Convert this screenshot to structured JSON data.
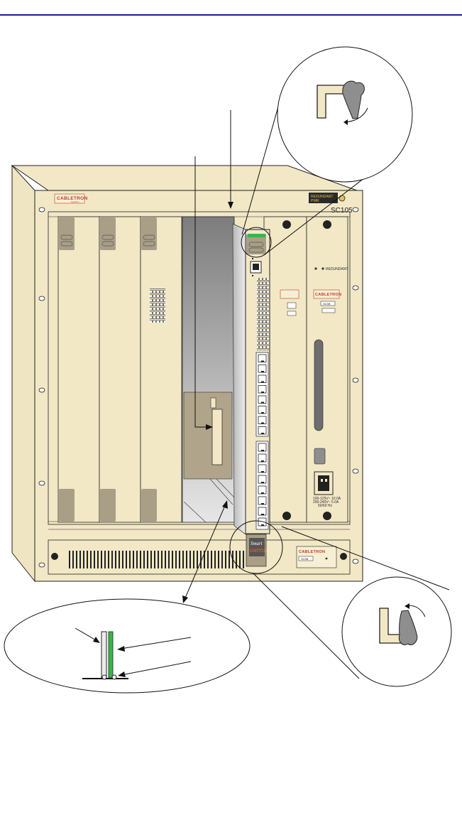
{
  "chassis": {
    "brand": "CABLETRON",
    "brand_sub": "Systems",
    "model": "SC105",
    "status_text_1": "REDUNDANT",
    "status_text_2": "PWR",
    "voltage_rating_1": "100-125V~ 10.0A",
    "voltage_rating_2": "200-240V~ 5.0A",
    "frequency": "50/60 Hz",
    "ps_badge": "SC5B",
    "fan_badge": "SC5B"
  },
  "module": {
    "brand_line_1": "Smart",
    "brand_line_2": "SWITCH"
  },
  "colors": {
    "chassis": "#f2e8c6",
    "chassis_dark": "#e3d7ad",
    "rule": "#1a1a8c",
    "accent_green": "#39b54a",
    "lever": "#8e8e8e",
    "logo_red": "#c0392b"
  }
}
